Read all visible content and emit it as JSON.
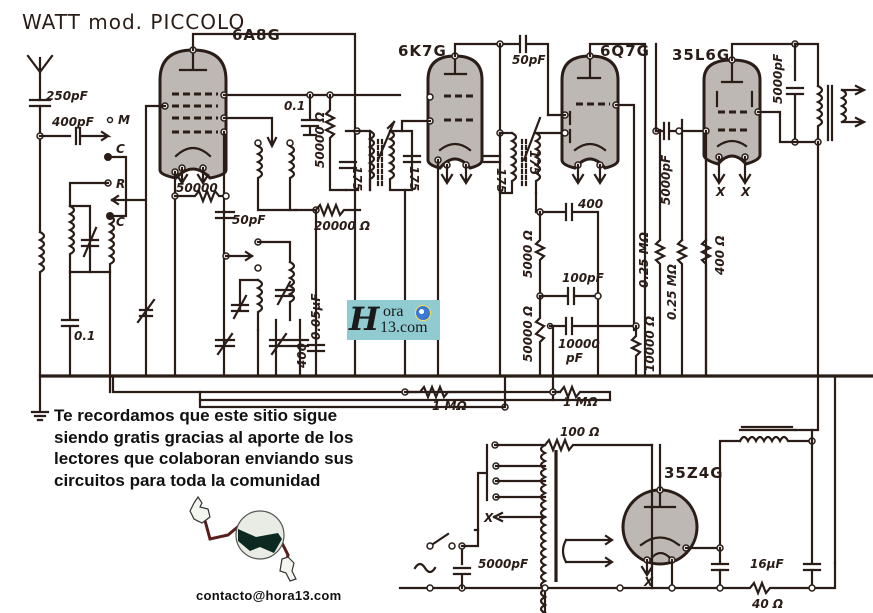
{
  "title": "WATT mod. PICCOLO",
  "tubes": [
    {
      "id": "6A8G",
      "label": "6A8G"
    },
    {
      "id": "6K7G",
      "label": "6K7G"
    },
    {
      "id": "6Q7G",
      "label": "6Q7G"
    },
    {
      "id": "35L6G",
      "label": "35L6G"
    },
    {
      "id": "35Z4G",
      "label": "35Z4G"
    }
  ],
  "components": {
    "c_antenna": "250pF",
    "c_coupling": "400pF",
    "band_m": "M",
    "band_c1": "C",
    "band_r": "R",
    "band_c2": "C",
    "c_0_1_left": "0.1",
    "r_50000_a": "50000",
    "c_50pf_a": "50pF",
    "c_0_1_top": "0.1",
    "r_50000_ohm": "50000 Ω",
    "if1_a": "175",
    "if1_b": "175",
    "r_20000": "20000 Ω",
    "c_0_05": "0.05µF",
    "c_400": "400",
    "c_50pf_b": "50pF",
    "if2_a": "175",
    "if2_b": "175",
    "c_400_b": "400",
    "r_5000": "5000 Ω",
    "c_100pf": "100pF",
    "r_50000_pot": "50000 Ω",
    "c_10000": "10000",
    "c_10000_unit": "pF",
    "r_0_25_a": "0.25 MΩ",
    "r_0_25_b": "0.25 MΩ",
    "r_10000": "10000 Ω",
    "c_5000pf_coupling": "5000pF",
    "r_400": "400 Ω",
    "c_5000pf_out": "5000pF",
    "r_1m_a": "1 MΩ",
    "r_1m_b": "1 MΩ",
    "r_100": "100 Ω",
    "c_5000pf_mains": "5000pF",
    "c_16uf": "16µF",
    "r_40": "40 Ω",
    "heater_x": "X"
  },
  "logo": {
    "h": "H",
    "line1": "ora",
    "line2": "13.com"
  },
  "notice": "Te recordamos que este sitio sigue siendo gratis gracias al aporte de los lectores que colaboran enviando sus circuitos para toda la comunidad",
  "contact": "contacto@hora13.com",
  "colors": {
    "ink": "#2a1c16",
    "tube_fill": "#bdb8b3",
    "logo_bg": "#8fcbd0"
  }
}
